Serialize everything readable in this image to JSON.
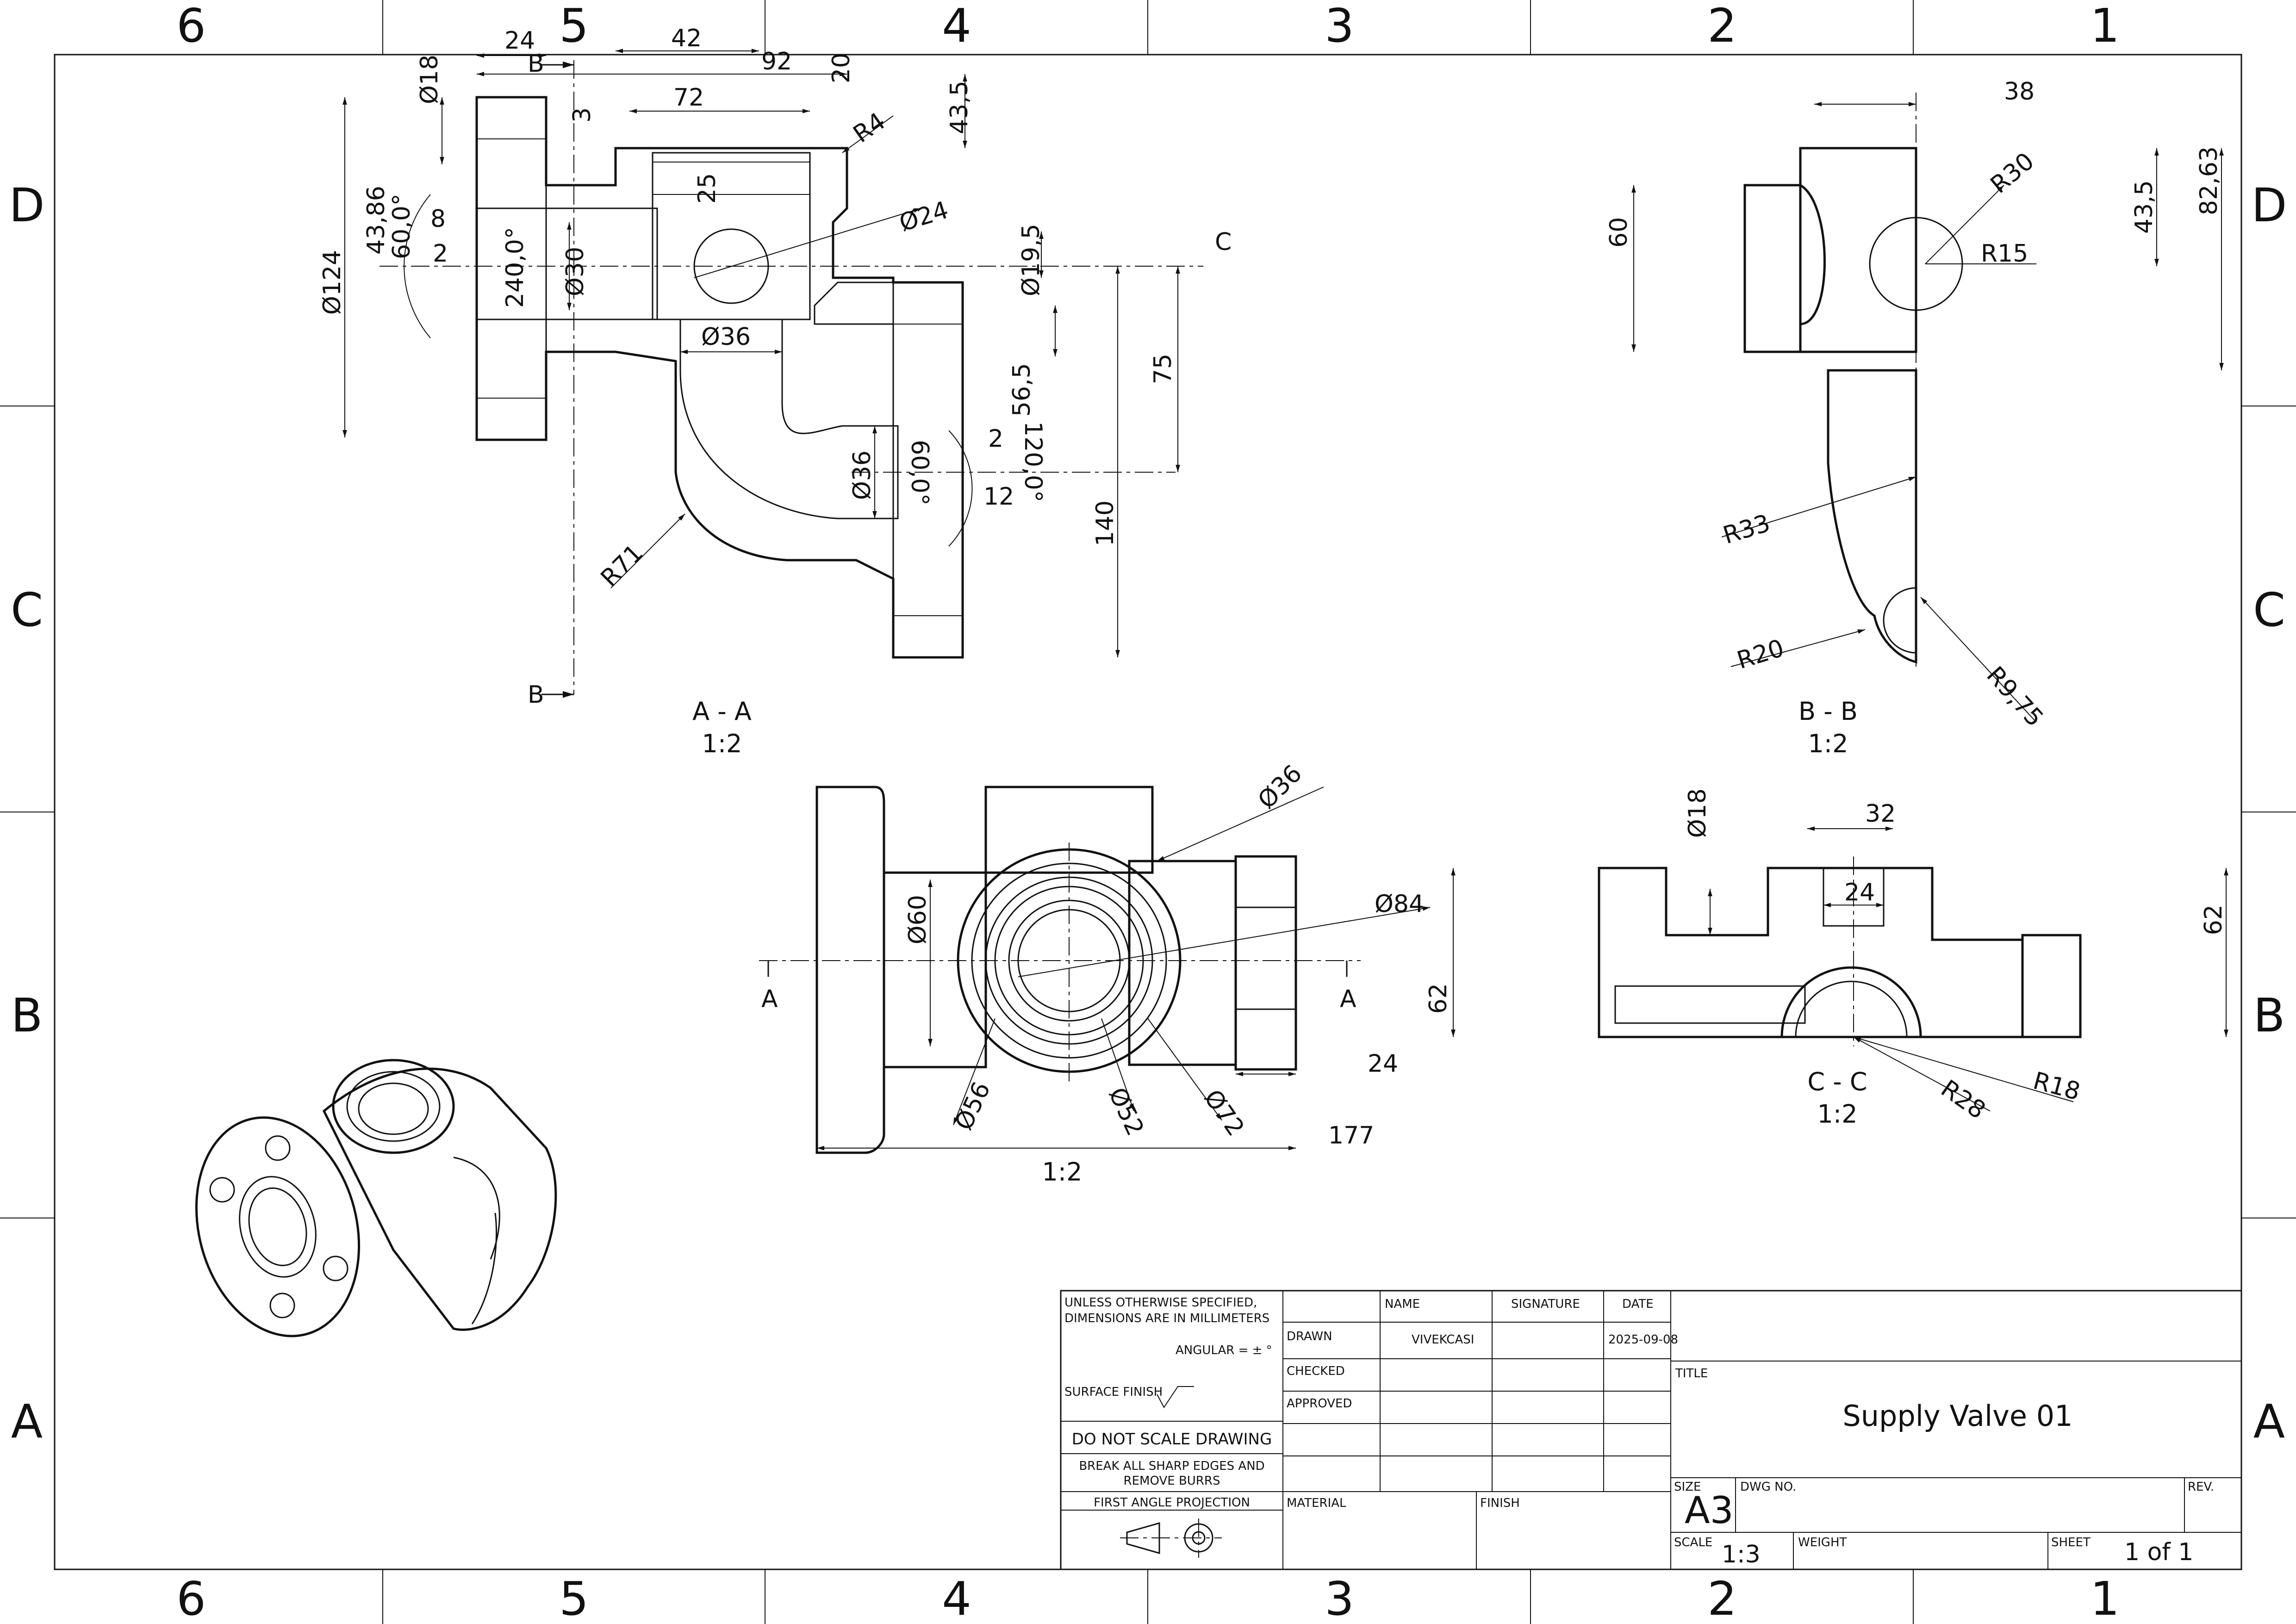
{
  "zones": {
    "columns": [
      "6",
      "5",
      "4",
      "3",
      "2",
      "1"
    ],
    "rows": [
      "D",
      "C",
      "B",
      "A"
    ]
  },
  "views": {
    "section_aa": {
      "title": "A - A",
      "scale": "1:2",
      "cut_marks": [
        "B",
        "B"
      ],
      "view_ref": "C",
      "dims": [
        "24",
        "42",
        "92",
        "20",
        "Ø18",
        "3",
        "72",
        "R4",
        "43,5",
        "25",
        "Ø24",
        "8",
        "2",
        "43,86",
        "60,0°",
        "240,0°",
        "Ø30",
        "Ø124",
        "Ø19,5",
        "Ø36",
        "75",
        "56,5",
        "2",
        "120,0°",
        "Ø36",
        "60,0°",
        "12",
        "140",
        "R71"
      ]
    },
    "section_bb": {
      "title": "B - B",
      "scale": "1:2",
      "dims": [
        "38",
        "R30",
        "43,5",
        "82,63",
        "60",
        "R15",
        "R33",
        "R20",
        "R9,75"
      ]
    },
    "front_view": {
      "scale": "1:2",
      "cut_marks": [
        "A",
        "A"
      ],
      "dims": [
        "Ø36",
        "Ø84",
        "Ø60",
        "24",
        "Ø56",
        "Ø52",
        "Ø72",
        "177"
      ]
    },
    "section_cc": {
      "title": "C - C",
      "scale": "1:2",
      "dims": [
        "Ø18",
        "32",
        "24",
        "62",
        "62",
        "R28",
        "R18"
      ]
    }
  },
  "title_block": {
    "general_notes": [
      "UNLESS OTHERWISE SPECIFIED,",
      "DIMENSIONS ARE IN MILLIMETERS"
    ],
    "angular": "ANGULAR = ± °",
    "surface_finish": "SURFACE FINISH",
    "do_not_scale": "DO NOT SCALE DRAWING",
    "break_edges": [
      "BREAK ALL SHARP EDGES AND",
      "REMOVE BURRS"
    ],
    "projection": "FIRST ANGLE PROJECTION",
    "headers": {
      "name": "NAME",
      "signature": "SIGNATURE",
      "date": "DATE"
    },
    "rows": [
      {
        "label": "DRAWN",
        "name": "VIVEKCASI",
        "date": "2025-09-08"
      },
      {
        "label": "CHECKED",
        "name": "",
        "date": ""
      },
      {
        "label": "APPROVED",
        "name": "",
        "date": ""
      }
    ],
    "material_label": "MATERIAL",
    "finish_label": "FINISH",
    "title_label": "TITLE",
    "title": "Supply Valve 01",
    "size_label": "SIZE",
    "size": "A3",
    "dwg_no_label": "DWG NO.",
    "rev_label": "REV.",
    "scale_label": "SCALE",
    "scale": "1:3",
    "weight_label": "WEIGHT",
    "sheet_label": "SHEET",
    "sheet": "1 of 1"
  }
}
